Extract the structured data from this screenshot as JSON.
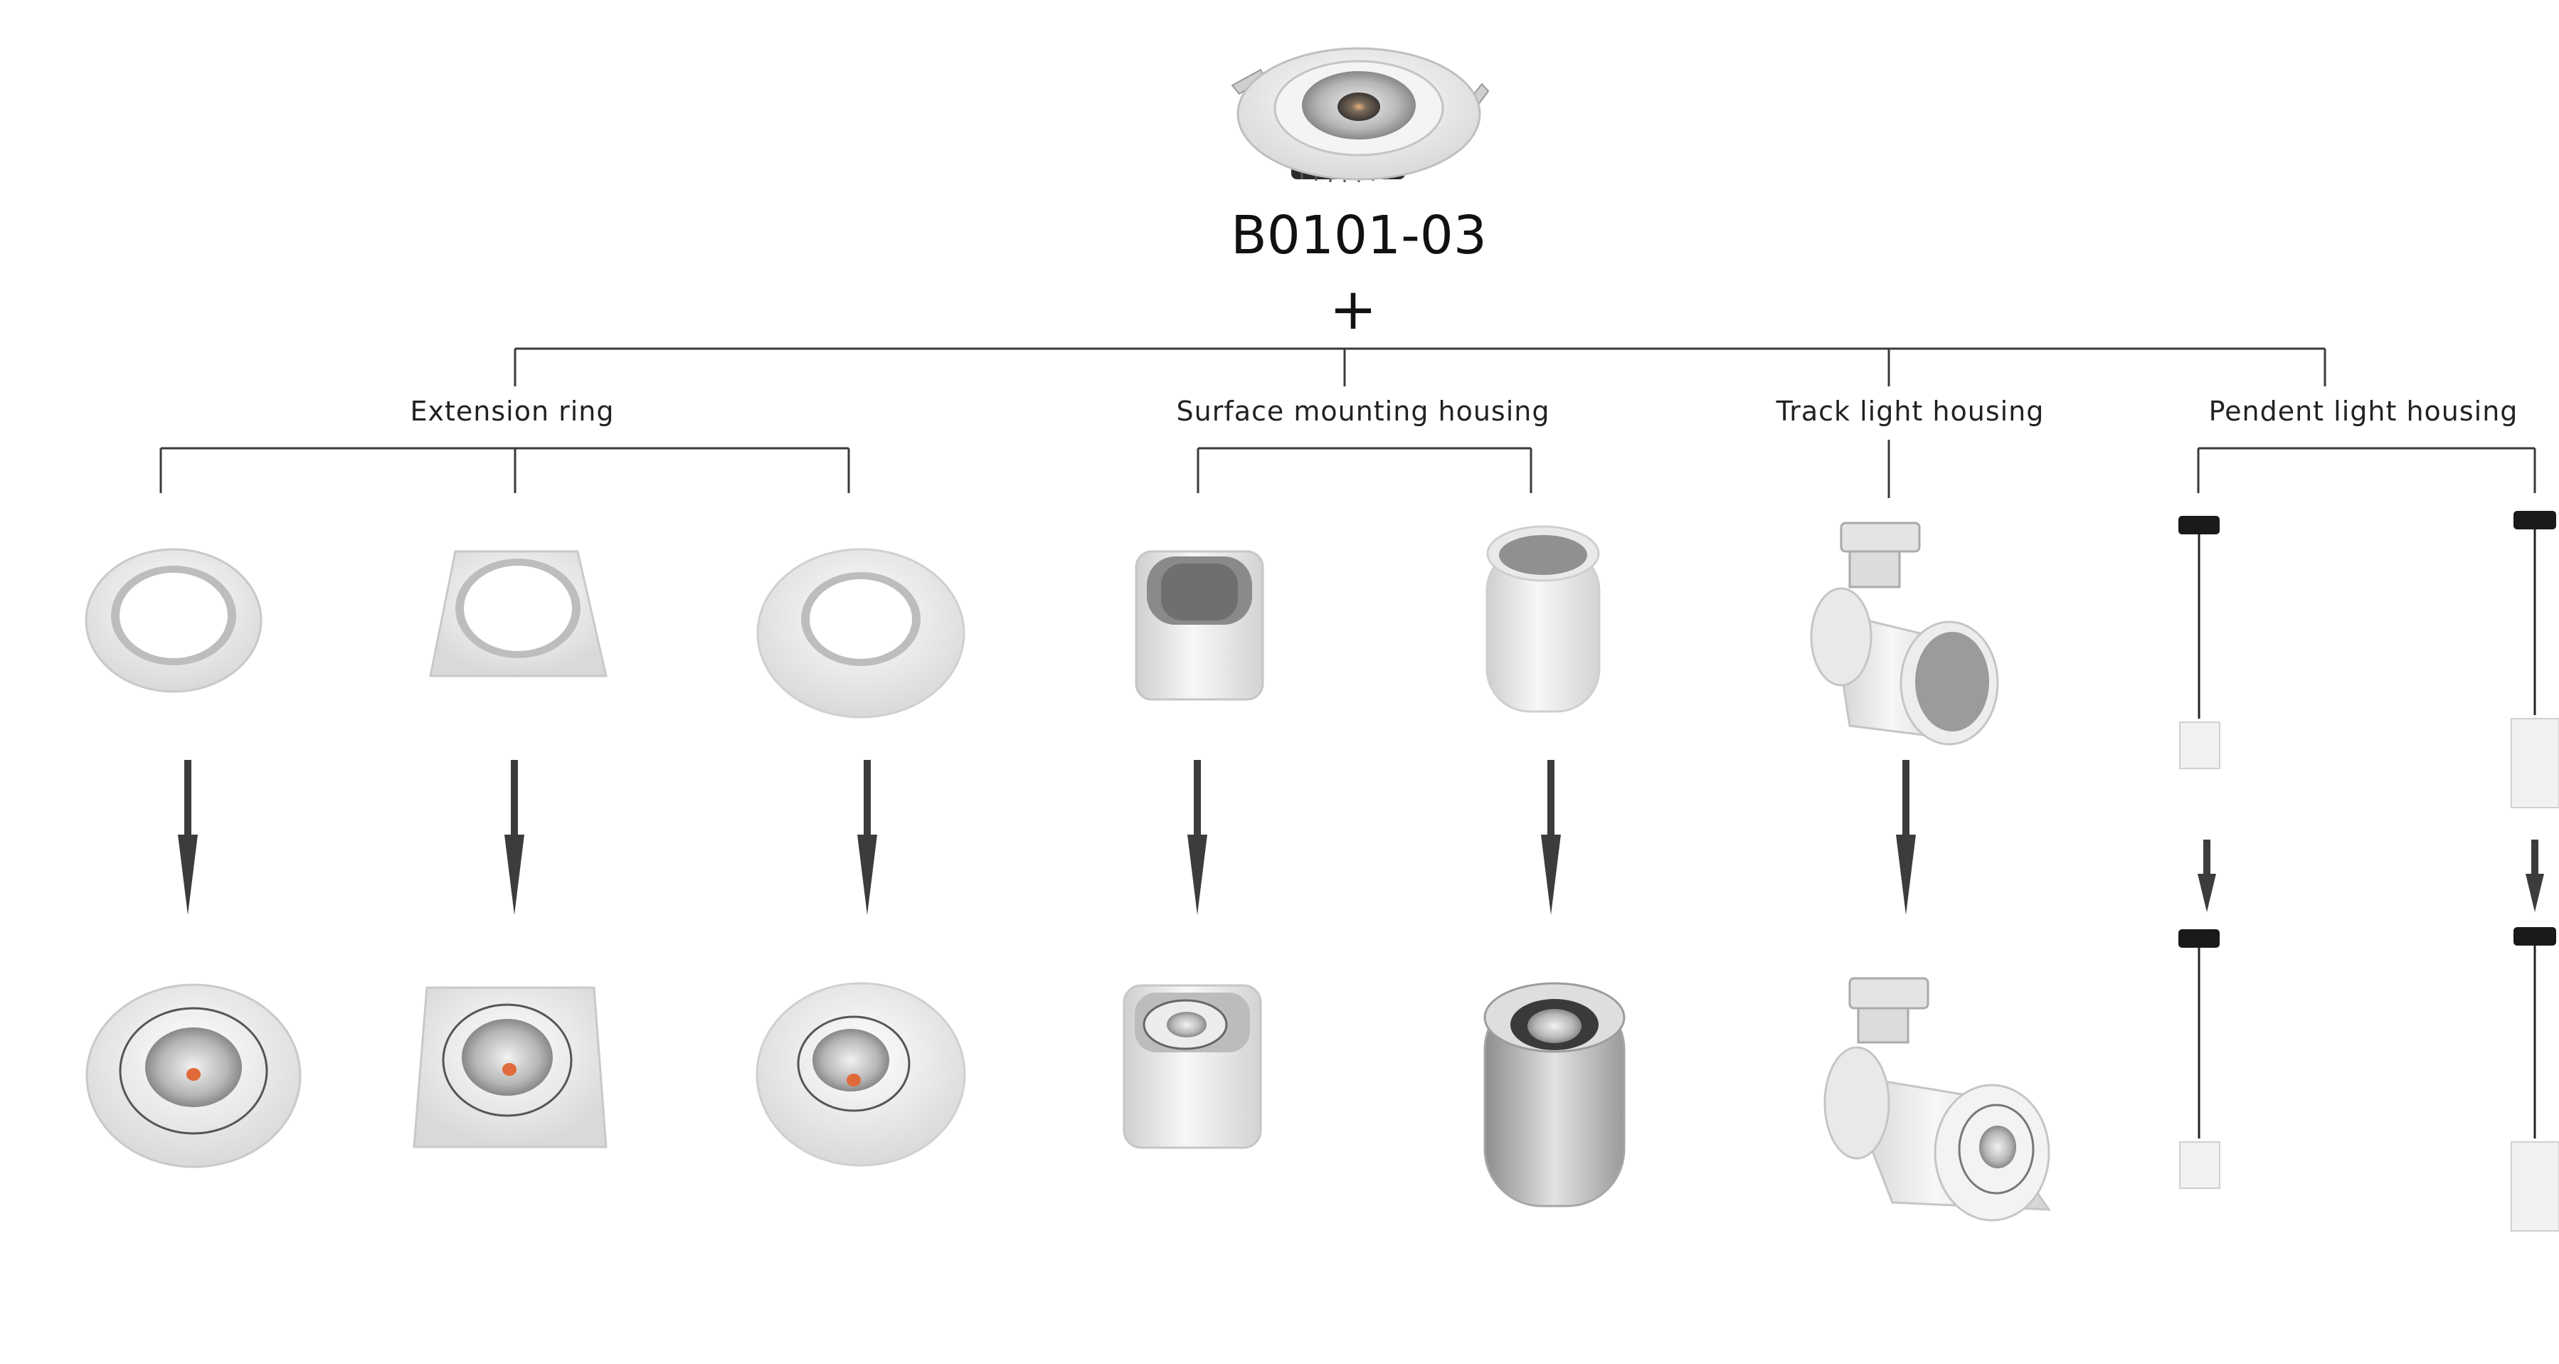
{
  "diagram": {
    "title": "B0101-03",
    "connector": "+",
    "categories": [
      {
        "label": "Extension ring",
        "items": [
          "round-extension-ring",
          "square-extension-ring",
          "large-round-extension-ring"
        ]
      },
      {
        "label": "Surface mounting housing",
        "items": [
          "square-surface-housing",
          "round-surface-housing"
        ]
      },
      {
        "label": "Track light housing",
        "items": [
          "track-light-housing"
        ]
      },
      {
        "label": "Pendent light housing",
        "items": [
          "short-pendant-housing",
          "long-pendant-housing"
        ]
      }
    ]
  },
  "colors": {
    "line": "#3a3a3a",
    "arrow": "#3c3c3c",
    "body_white": "#eeeeee",
    "led_orange": "#e06a3a",
    "pendant_black": "#1a1a1a"
  }
}
